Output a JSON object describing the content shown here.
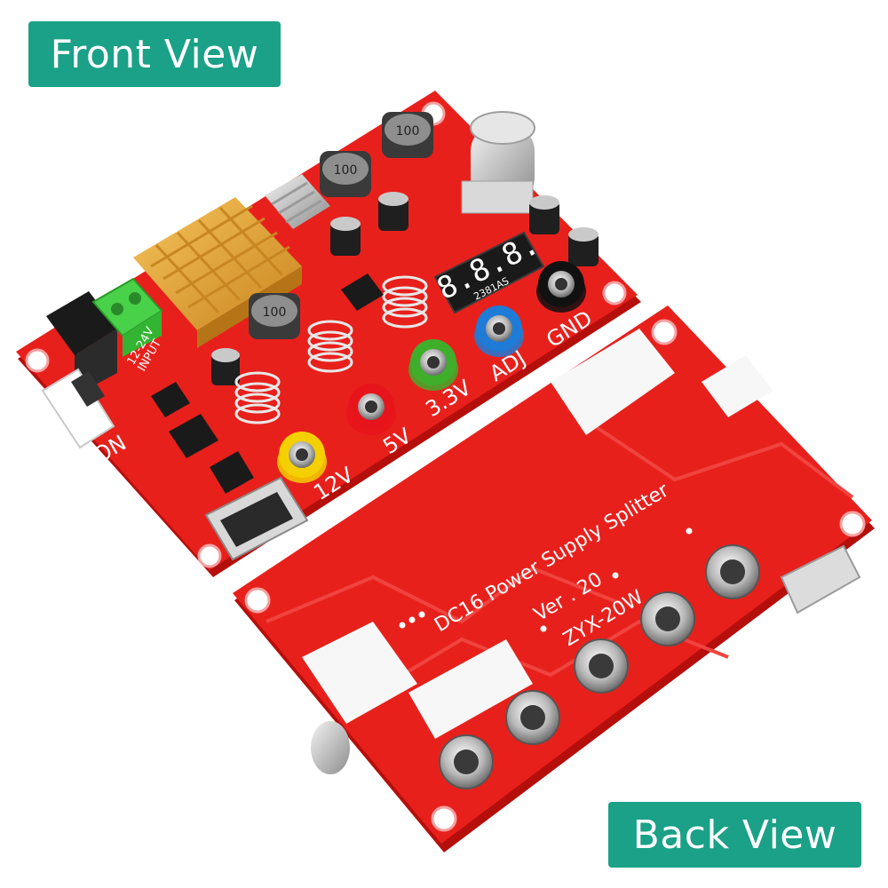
{
  "badges": {
    "front_view": "Front View",
    "back_view": "Back View"
  },
  "front_board": {
    "input_label": "12-24V\nINPUT",
    "switch_label": "ON",
    "display_digits": "8.8.8.",
    "display_part": "2381AS",
    "inductor_marking": "100",
    "outputs": [
      {
        "label": "12V",
        "color": "#f5d000"
      },
      {
        "label": "5V",
        "color": "#e8141b"
      },
      {
        "label": "3.3V",
        "color": "#3fae2a"
      },
      {
        "label": "ADJ",
        "color": "#1e7bd6"
      },
      {
        "label": "GND",
        "color": "#111111"
      }
    ]
  },
  "back_board": {
    "title": "DC16 Power Supply Splitter",
    "version": "Ver . 20",
    "model": "ZYX-20W"
  },
  "colors": {
    "pcb_red": "#e8201c",
    "pcb_dark": "#c5120f",
    "heatsink_gold": "#e9a73a",
    "badge_green": "#1aa187"
  }
}
